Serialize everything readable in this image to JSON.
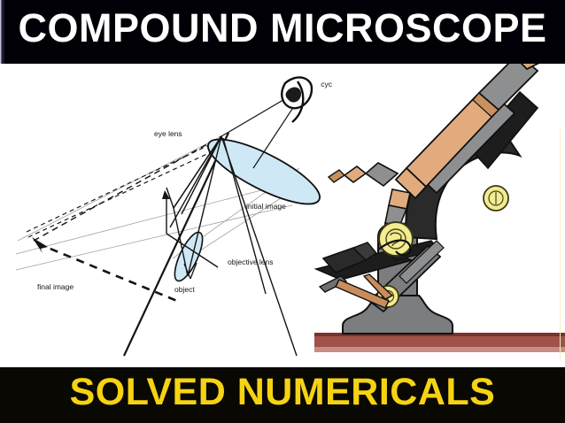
{
  "slide": {
    "title": "COMPOUND MICROSCOPE",
    "footer": "SOLVED NUMERICALS",
    "title_color": "#ffffff",
    "title_bg": "#010007",
    "footer_color": "#f5d312",
    "footer_bg": "#0a0802",
    "canvas_bg": "#ffffff"
  },
  "ray_diagram": {
    "labels": {
      "eye": "cyc",
      "eye_lens": "eye lens",
      "initial_image": "initial image",
      "objective_lens": "objective lens",
      "object": "object",
      "final_image": "final image"
    },
    "colors": {
      "lens_fill": "#cfe8f5",
      "lens_stroke": "#101010",
      "ray_solid": "#1a1a1a",
      "ray_dashed": "#1a1a1a",
      "ray_faint": "#9a9a9a",
      "label_text": "#151515"
    }
  },
  "microscope": {
    "colors": {
      "body_tube": "#e2ab7d",
      "body_tube_shade": "#c9915f",
      "metal": "#8d8f91",
      "metal_dark": "#6e7072",
      "arm_black": "#2a2a2a",
      "base_grey": "#7b7d7f",
      "knob_yellow": "#f2ec92",
      "knob_stroke": "#4a4416",
      "stage_black": "#1d1d1d",
      "eyepiece_cap": "#d9a979",
      "surface_red": "#9e4a42",
      "outline": "#101010"
    },
    "parts": [
      "eyepiece",
      "body-tube",
      "nosepiece",
      "objective-lenses",
      "stage",
      "slide-clip",
      "coarse-adjustment-knob",
      "fine-adjustment-knob",
      "arm",
      "base",
      "mirror-illuminator"
    ]
  }
}
